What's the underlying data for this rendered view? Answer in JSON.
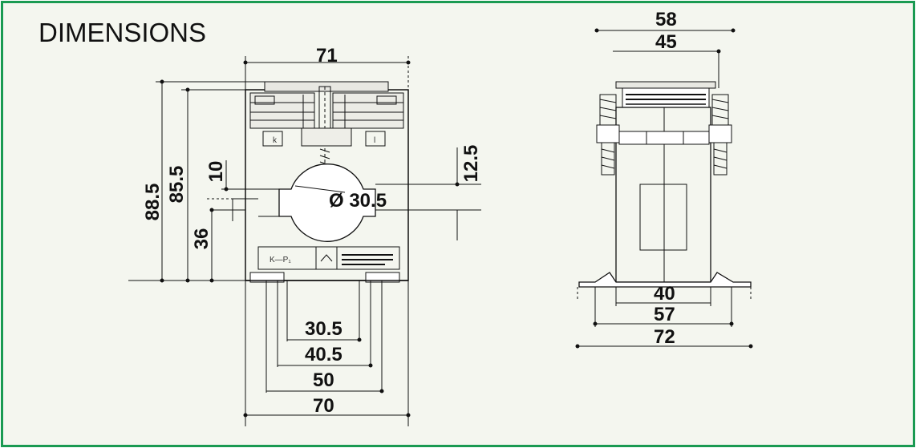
{
  "title": "DIMENSIONS",
  "front": {
    "width_top": "71",
    "height_total": "88.5",
    "height_body": "85.5",
    "dim_10": "10",
    "dim_12_5": "12.5",
    "diameter": "Ø 30.5",
    "dim_36": "36",
    "bottom_30_5": "30.5",
    "bottom_40_5": "40.5",
    "bottom_50": "50",
    "bottom_70": "70",
    "terminal_k": "k",
    "terminal_l": "l",
    "label_kp": "K—P₁"
  },
  "side": {
    "width_58": "58",
    "width_45": "45",
    "base_40": "40",
    "base_57": "57",
    "base_72": "72"
  },
  "colors": {
    "frame": "#1a9a52",
    "background": "#f4f6ef",
    "ink": "#111111"
  }
}
